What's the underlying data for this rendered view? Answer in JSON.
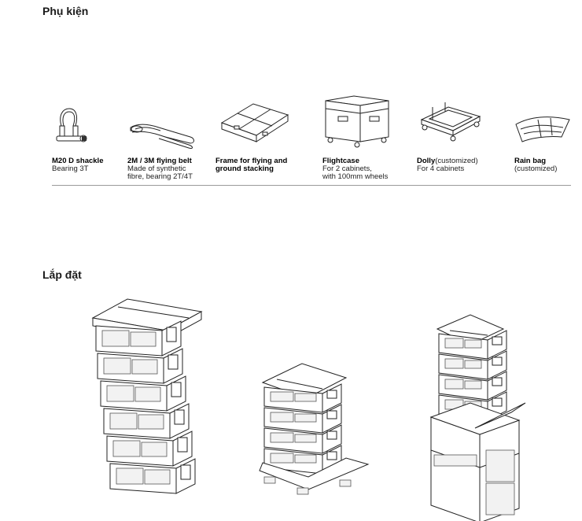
{
  "sections": {
    "accessories_title": "Phụ kiện",
    "installation_title": "Lắp đặt"
  },
  "accessories": [
    {
      "title": "M20 D shackle",
      "title_suffix": "",
      "lines": [
        "Bearing 3T"
      ],
      "icon": "shackle-icon"
    },
    {
      "title": "2M / 3M flying belt",
      "title_suffix": "",
      "lines": [
        "Made of synthetic",
        "fibre, bearing 2T/4T"
      ],
      "icon": "flying-belt-icon"
    },
    {
      "title": "Frame for flying and",
      "title_suffix": "",
      "lines": [],
      "title2": "ground stacking",
      "icon": "frame-icon"
    },
    {
      "title": "Flightcase",
      "title_suffix": "",
      "lines": [
        "For 2 cabinets,",
        "with 100mm wheels"
      ],
      "icon": "flightcase-icon"
    },
    {
      "title": "Dolly",
      "title_suffix": "(customized)",
      "lines": [
        "For 4 cabinets"
      ],
      "icon": "dolly-icon"
    },
    {
      "title": "Rain bag",
      "title_suffix": "",
      "lines": [
        "(customized)"
      ],
      "icon": "rain-bag-icon"
    }
  ]
}
